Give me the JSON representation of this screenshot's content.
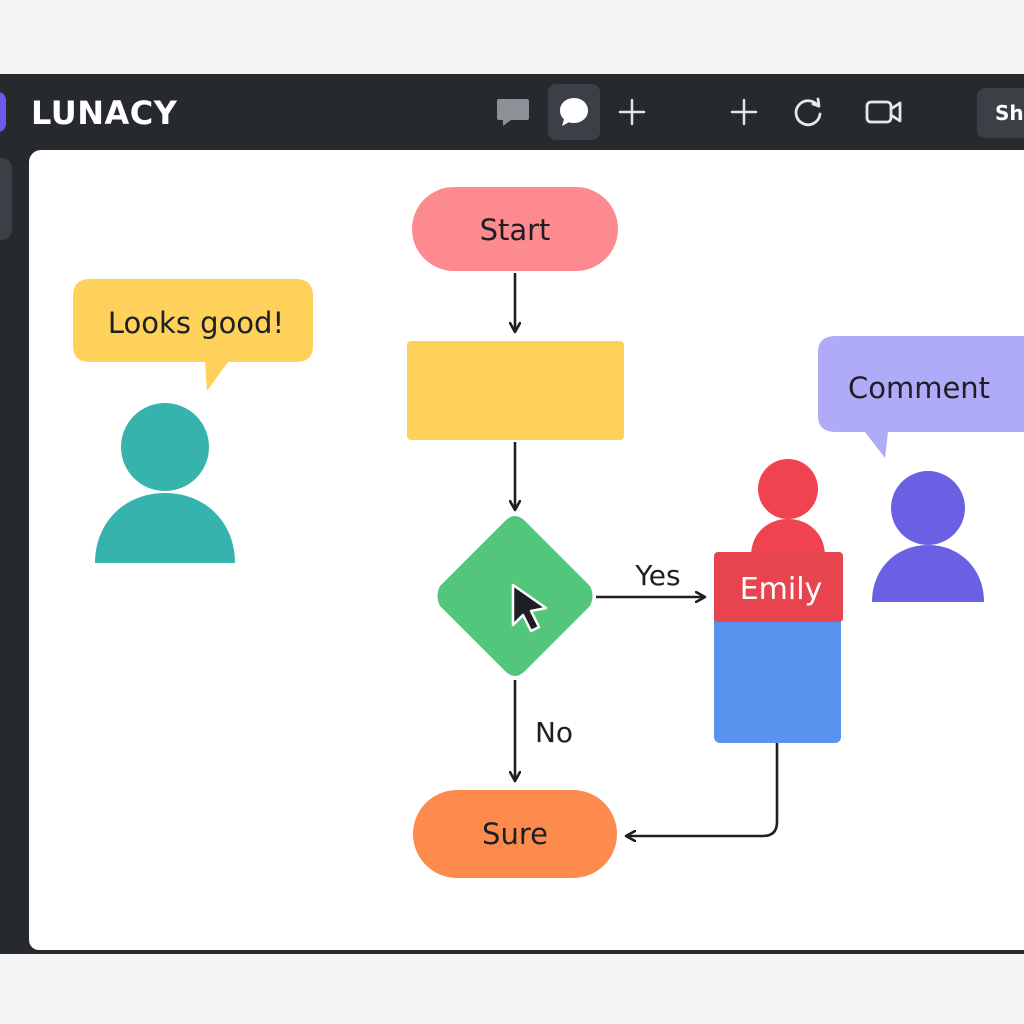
{
  "app": {
    "title": "LUNACY",
    "share_label": "Sh"
  },
  "toolbar": {
    "tools": [
      {
        "name": "comment-icon",
        "active": false
      },
      {
        "name": "chat-icon",
        "active": true
      },
      {
        "name": "plus-icon",
        "active": false
      },
      {
        "name": "plus-icon",
        "active": false
      },
      {
        "name": "refresh-icon",
        "active": false
      },
      {
        "name": "video-icon",
        "active": false
      }
    ]
  },
  "flowchart": {
    "start_label": "Start",
    "end_label": "Sure",
    "yes_label": "Yes",
    "no_label": "No",
    "process_label": "",
    "assignee_name": "Emily"
  },
  "comments": {
    "left": "Looks good!",
    "right": "Comment"
  },
  "colors": {
    "start": "#fd8a8e",
    "process": "#fdd15a",
    "decision": "#52c77c",
    "end": "#fd8b4d",
    "emily_tag": "#e8444f",
    "emily_card": "#5893f0",
    "avatar_teal": "#37b3ae",
    "avatar_red": "#f0434f",
    "avatar_purple": "#6b60e4",
    "bubble_yellow": "#fdd15a",
    "bubble_purple": "#b0abf9"
  }
}
